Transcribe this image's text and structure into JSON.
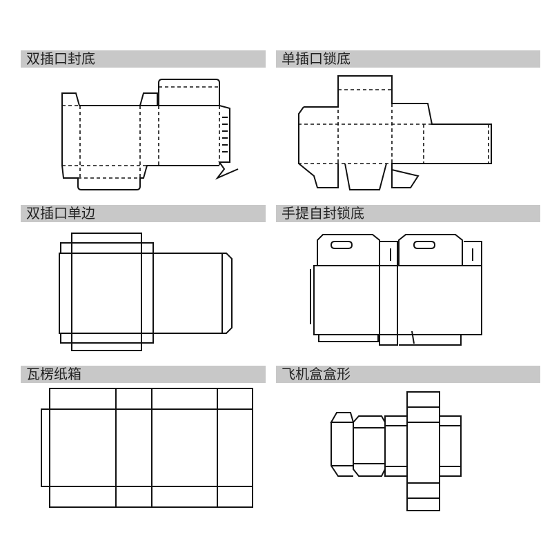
{
  "sections": [
    {
      "title": "双插口封底"
    },
    {
      "title": "单插口锁底"
    },
    {
      "title": "双插口单边"
    },
    {
      "title": "手提自封锁底"
    },
    {
      "title": "瓦楞纸箱"
    },
    {
      "title": "飞机盒盒形"
    }
  ]
}
